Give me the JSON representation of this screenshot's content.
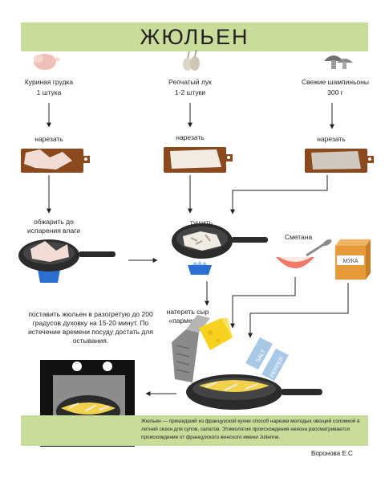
{
  "title": "ЖЮЛЬЕН",
  "ingredients": [
    {
      "name": "Куриная грудка",
      "qty": "1 штука"
    },
    {
      "name": "Репчатый лук",
      "qty": "1-2 штуки"
    },
    {
      "name": "Свежие шампиньоны",
      "qty": "300 г"
    }
  ],
  "steps": {
    "cut_1": "нарезать",
    "cut_2": "нарезать",
    "cut_3": "нарезать",
    "fry": "обжарить до испарения влаги",
    "stew": "тушить",
    "sour_cream": "Сметана",
    "flour_label": "МУКА",
    "grate": "натереть сыр «пармезан»",
    "salt_label": "SALT",
    "pepper_label": "PEPPER",
    "oven": "поставить жюльен в разогретую до 200 градусов духовку на 15-20 минут. По истечение времени посуду достать для остывания."
  },
  "footer_text": "Жюльен — пришедший из французской кухни способ нарезки молодых овощей соломкой в летний сезон для супов, салатов. Этимология происхождения неясна рассматривается происхождение от французского женского имени Julienne.",
  "author": "Воронова Е.С",
  "colors": {
    "band": "#c9dc9a",
    "board": "#8b4a1e",
    "pan": "#2b2b2b",
    "flame": "#2d6fd1",
    "flour_box": "#e69a3a",
    "cheese": "#f7d21f"
  },
  "icons": [
    "chicken-icon",
    "onion-icon",
    "mushroom-icon",
    "cutting-board-icon",
    "frying-pan-icon",
    "bowl-icon",
    "spoon-icon",
    "flour-box-icon",
    "grater-icon",
    "cheese-icon",
    "salt-shaker-icon",
    "pepper-shaker-icon",
    "oven-icon",
    "arrow-icon"
  ]
}
